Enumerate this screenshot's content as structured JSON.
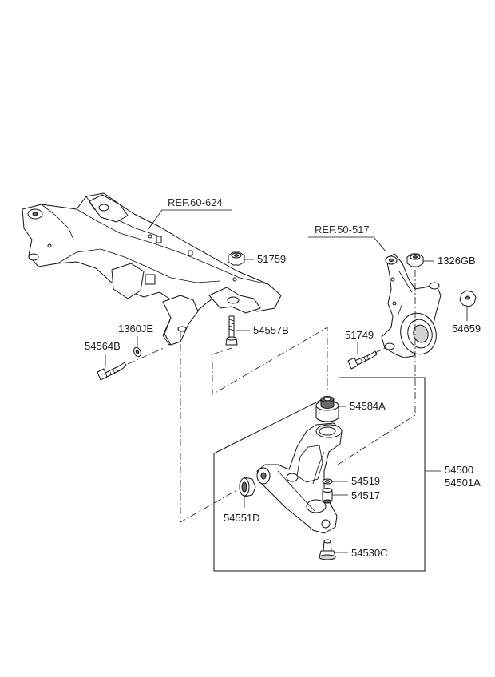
{
  "diagram": {
    "refs": [
      {
        "id": "ref-60-624",
        "text": "REF.60-624"
      },
      {
        "id": "ref-50-517",
        "text": "REF.50-517"
      }
    ],
    "labels": {
      "p51759": "51759",
      "p54557B": "54557B",
      "p1360JE": "1360JE",
      "p54564B": "54564B",
      "p1326GB": "1326GB",
      "p54659": "54659",
      "p51749": "51749",
      "p54584A": "54584A",
      "p54500": "54500",
      "p54501A": "54501A",
      "p54519": "54519",
      "p54517": "54517",
      "p54551D": "54551D",
      "p54530C": "54530C"
    }
  }
}
